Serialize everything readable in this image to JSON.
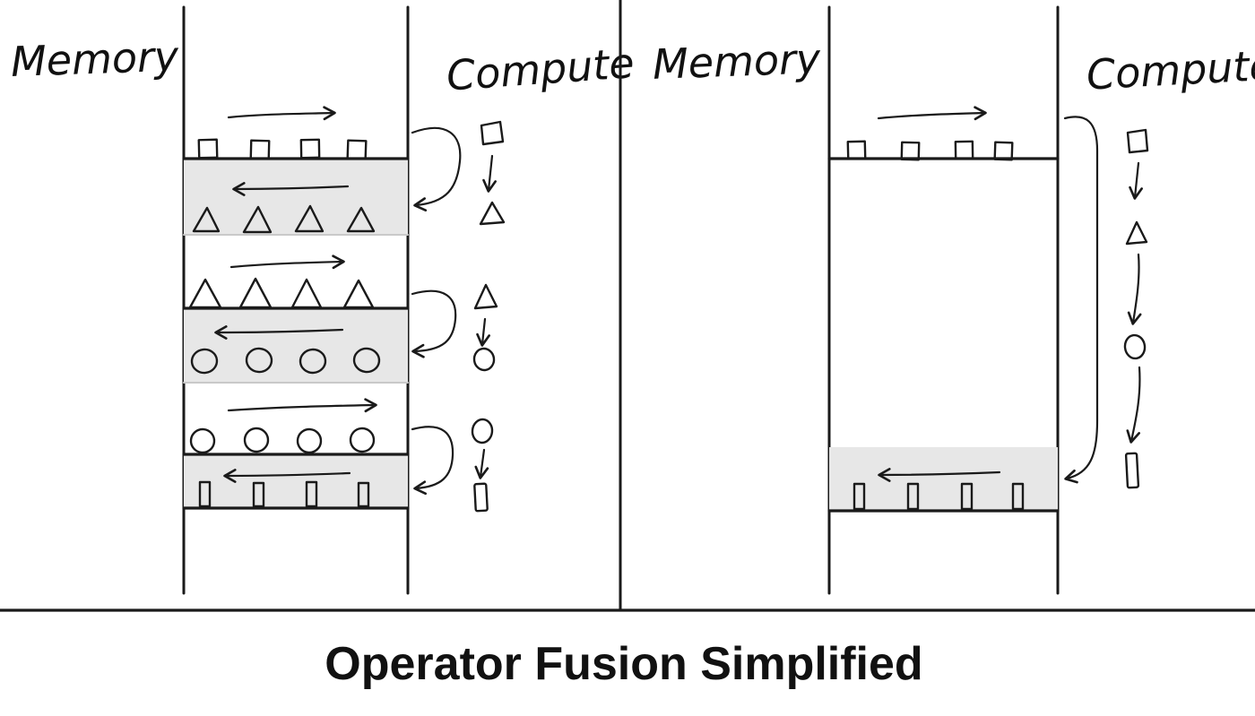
{
  "title": "Operator Fusion Simplified",
  "panels": {
    "left": {
      "memory_label": "Memory",
      "compute_label": "Compute",
      "stages": [
        {
          "read_shape": "square",
          "write_shape": "triangle"
        },
        {
          "read_shape": "triangle",
          "write_shape": "circle"
        },
        {
          "read_shape": "circle",
          "write_shape": "bar"
        }
      ]
    },
    "right": {
      "memory_label": "Memory",
      "compute_label": "Compute",
      "fused_pipeline": [
        "square",
        "triangle",
        "circle",
        "bar"
      ]
    }
  },
  "colors": {
    "ink": "#1a1a1a",
    "band": "#e7e7e7",
    "background": "#ffffff"
  }
}
